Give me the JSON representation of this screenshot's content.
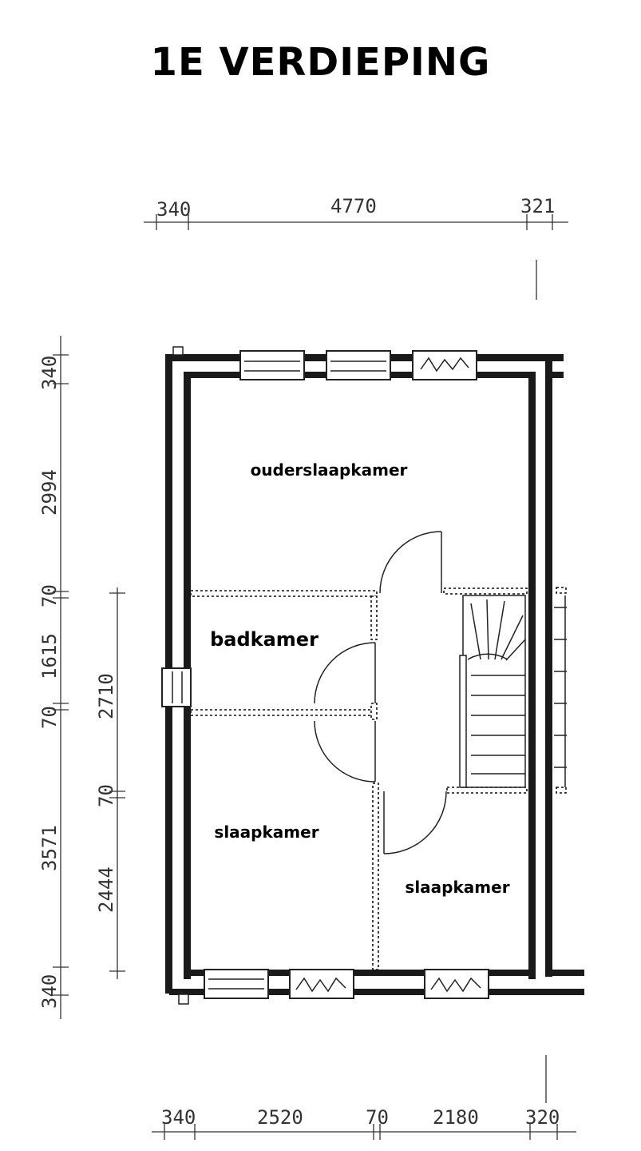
{
  "title": "1E VERDIEPING",
  "rooms": {
    "master": "ouderslaapkamer",
    "bath": "badkamer",
    "bed1": "slaapkamer",
    "bed2": "slaapkamer"
  },
  "dimensions": {
    "top": [
      "340",
      "4770",
      "321"
    ],
    "bottom": [
      "340",
      "2520",
      "70",
      "2180",
      "320"
    ],
    "left_outer": [
      "340",
      "2994",
      "70",
      "1615",
      "70",
      "3571",
      "340"
    ],
    "left_inner": [
      "2710",
      "70",
      "2444"
    ]
  },
  "colors": {
    "wall": "#1a1a1a",
    "text": "#000000",
    "dimension": "#333333"
  }
}
